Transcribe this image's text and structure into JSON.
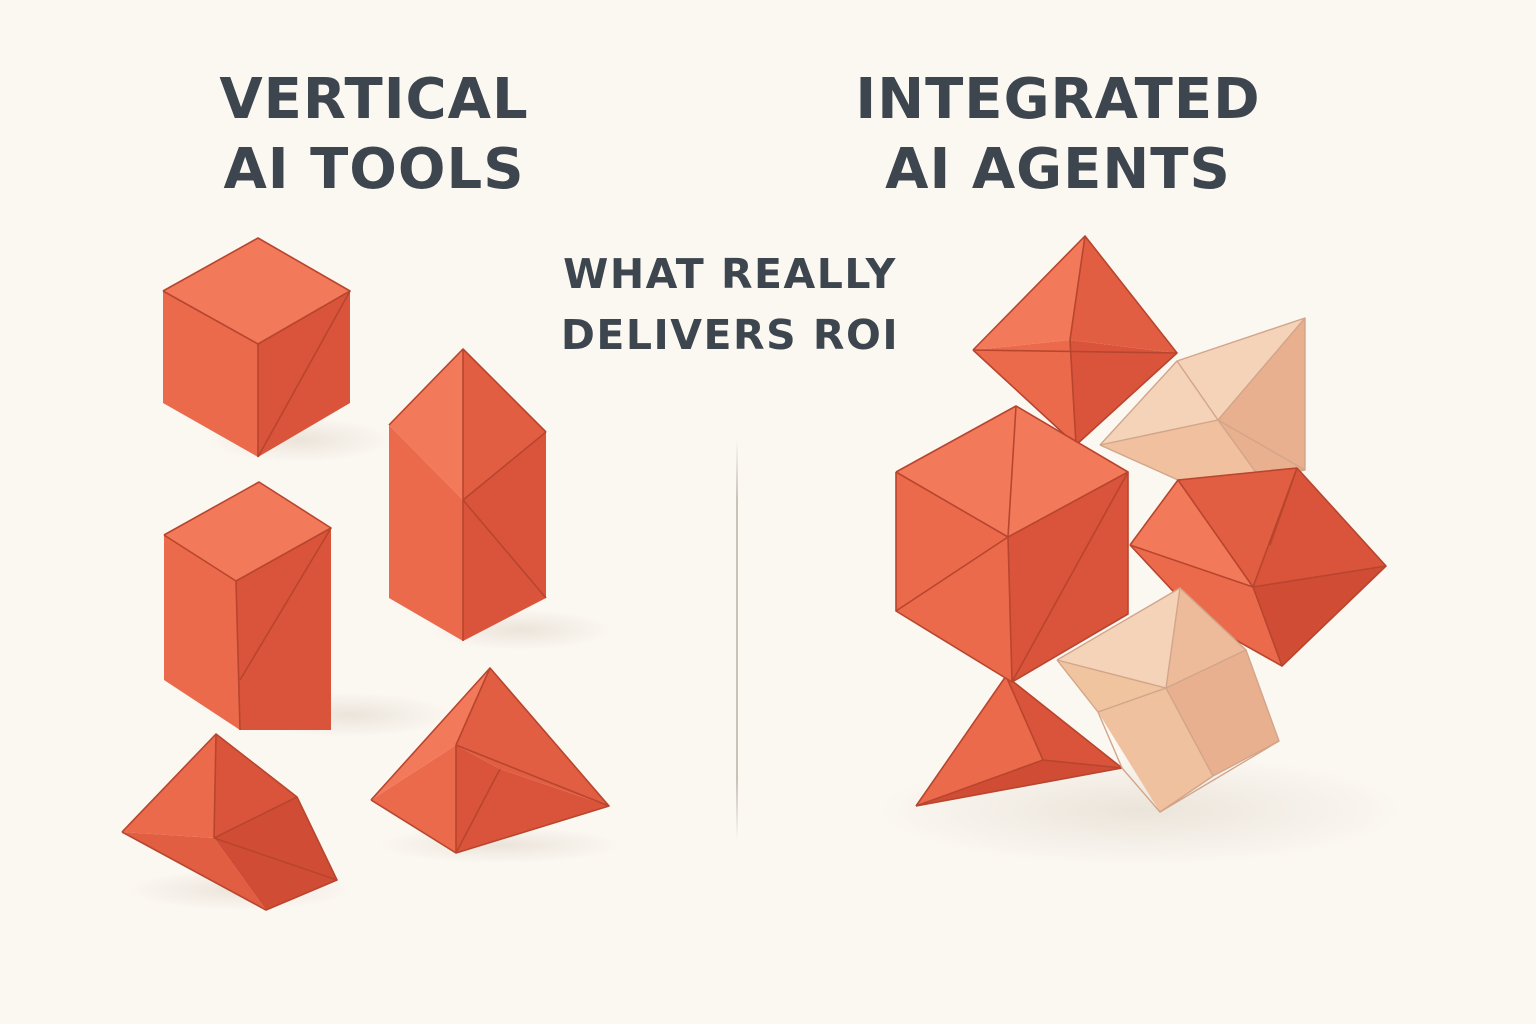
{
  "left_title": [
    "VERTICAL",
    "AI TOOLS"
  ],
  "right_title": [
    "INTEGRATED",
    "AI AGENTS"
  ],
  "center_title": [
    "WHAT REALLY",
    "DELIVERS ROI"
  ],
  "colors": {
    "background": "#FBF7F1",
    "text": "#3D454E",
    "coral": "#EC6A4C",
    "coral_dark": "#D9543A",
    "coral_light": "#F27A5B",
    "peach": "#F2C7A8",
    "peach_dark": "#E8B08E"
  }
}
